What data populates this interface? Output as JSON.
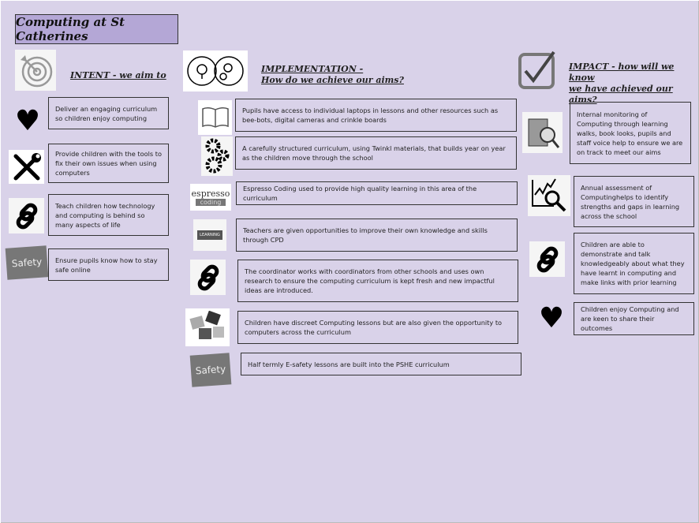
{
  "title": "Computing at St Catherines",
  "intent": {
    "heading": "INTENT - we aim to",
    "items": [
      "Deliver an engaging curriculum so children enjoy computing",
      "Provide children with the tools to fix their own issues when using computers",
      "Teach children how technology and computing is behind so many aspects of life",
      "Ensure pupils know how to stay safe online"
    ]
  },
  "implementation": {
    "heading_line1": "IMPLEMENTATION -",
    "heading_line2": "How do we achieve our aims?",
    "items": [
      "Pupils have access to individual laptops in lessons and other resources such as bee-bots, digital cameras and crinkle boards",
      "A carefully structured curriculum, using Twinkl materials, that builds year on year as the children move through the school",
      "Espresso Coding used to provide high quality learning in this area of the curriculum",
      "Teachers are given opportunities to improve their own knowledge and skills through CPD",
      "The coordinator works  with coordinators from other schools and uses own research to ensure the computing curriculum is kept fresh and new impactful ideas are introduced.",
      "Children have discreet Computing lessons but are also given the opportunity to computers across the curriculum",
      "Half termly E-safety lessons are built into the PSHE curriculum"
    ],
    "logo_espresso": "espresso",
    "logo_coding": "coding",
    "logo_learning": "LEARNING"
  },
  "impact": {
    "heading_line1": "IMPACT - how will we know",
    "heading_line2": "we have achieved our aims?",
    "items": [
      "Internal monitoring of Computing through learning walks, book looks, pupils and staff voice help to ensure we are on track to meet our aims",
      "Annual assessment of Computinghelps to identify strengths and gaps in learning across the school",
      "Children are able to demonstrate and talk knowledgeably about what they have learnt in computing and make links with prior learning",
      "Children enjoy Computing and are keen to share their outcomes"
    ]
  },
  "safety_label": "Safety"
}
